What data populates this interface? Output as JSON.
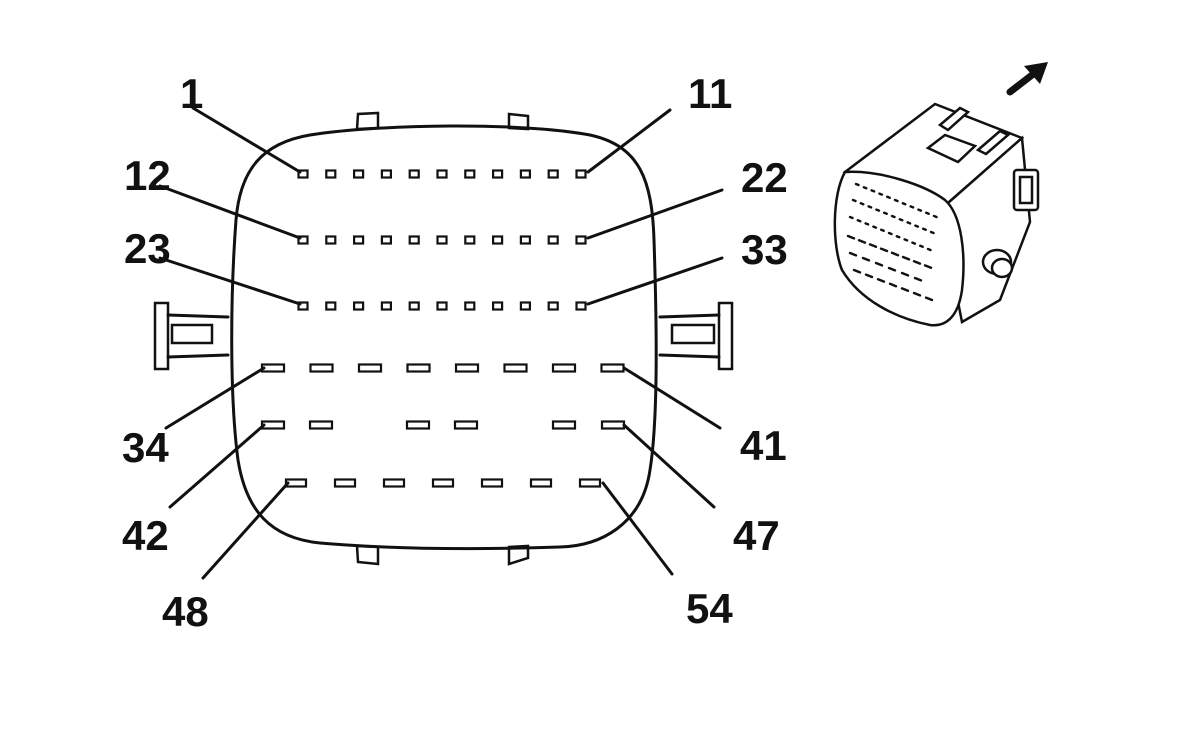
{
  "diagram": {
    "labels": [
      {
        "id": "label-1",
        "text": "1"
      },
      {
        "id": "label-11",
        "text": "11"
      },
      {
        "id": "label-12",
        "text": "12"
      },
      {
        "id": "label-22",
        "text": "22"
      },
      {
        "id": "label-23",
        "text": "23"
      },
      {
        "id": "label-33",
        "text": "33"
      },
      {
        "id": "label-34",
        "text": "34"
      },
      {
        "id": "label-41",
        "text": "41"
      },
      {
        "id": "label-42",
        "text": "42"
      },
      {
        "id": "label-47",
        "text": "47"
      },
      {
        "id": "label-48",
        "text": "48"
      },
      {
        "id": "label-54",
        "text": "54"
      }
    ],
    "pin_rows": [
      {
        "row": 1,
        "pins": 11
      },
      {
        "row": 2,
        "pins": 11
      },
      {
        "row": 3,
        "pins": 11
      },
      {
        "row": 4,
        "pins": 8
      },
      {
        "row": 5,
        "pins": 6
      },
      {
        "row": 6,
        "pins": 7
      }
    ],
    "icons": [
      "direction-arrow-icon",
      "connector-3d-icon"
    ]
  }
}
